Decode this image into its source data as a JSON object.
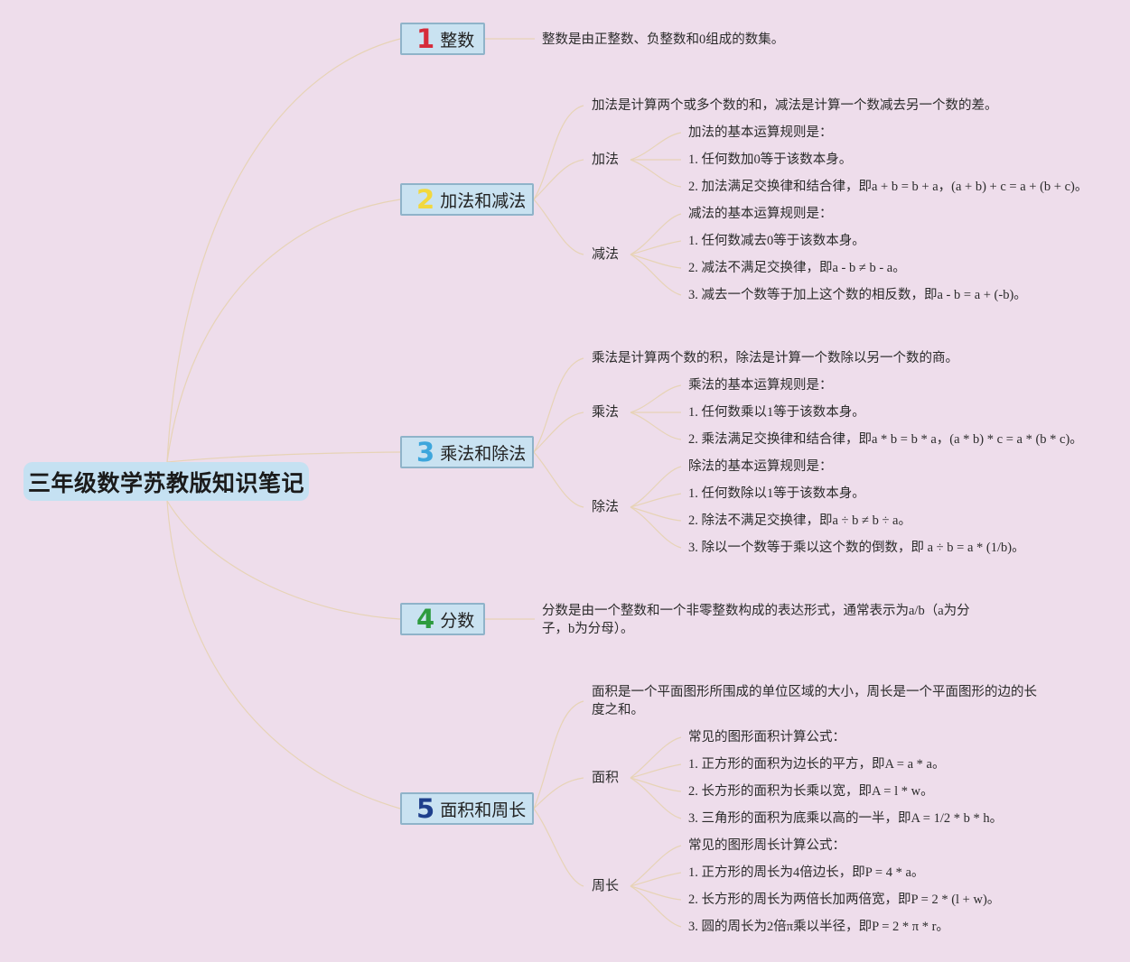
{
  "title": "三年级数学苏教版知识笔记",
  "colors": {
    "background": "#EEDDEB",
    "node_fill": "#C9E2F1",
    "node_border": "#8FB3C9",
    "connector": "#E7D3B6",
    "num1": "#D62B3A",
    "num2": "#F2D83D",
    "num3": "#3DA6DC",
    "num4": "#2E9B3F",
    "num5": "#1E3F8C"
  },
  "topics": [
    {
      "num": "1",
      "label": "整数",
      "desc": "整数是由正整数、负整数和0组成的数集。"
    },
    {
      "num": "2",
      "label": "加法和减法",
      "desc": "加法是计算两个或多个数的和，减法是计算一个数减去另一个数的差。",
      "subs": [
        {
          "label": "加法",
          "items": [
            "加法的基本运算规则是：",
            "1. 任何数加0等于该数本身。",
            "2. 加法满足交换律和结合律，即a + b = b + a，(a + b) + c = a + (b + c)。"
          ]
        },
        {
          "label": "减法",
          "items": [
            "减法的基本运算规则是：",
            "1. 任何数减去0等于该数本身。",
            "2. 减法不满足交换律，即a - b ≠ b - a。",
            "3. 减去一个数等于加上这个数的相反数，即a - b = a + (-b)。"
          ]
        }
      ]
    },
    {
      "num": "3",
      "label": "乘法和除法",
      "desc": "乘法是计算两个数的积，除法是计算一个数除以另一个数的商。",
      "subs": [
        {
          "label": "乘法",
          "items": [
            "乘法的基本运算规则是：",
            "1. 任何数乘以1等于该数本身。",
            "2. 乘法满足交换律和结合律，即a * b = b * a，(a * b) * c = a * (b * c)。"
          ]
        },
        {
          "label": "除法",
          "items": [
            "除法的基本运算规则是：",
            "1. 任何数除以1等于该数本身。",
            "2. 除法不满足交换律，即a ÷ b ≠ b ÷ a。",
            "3. 除以一个数等于乘以这个数的倒数，即 a ÷ b = a * (1/b)。"
          ]
        }
      ]
    },
    {
      "num": "4",
      "label": "分数",
      "desc": "分数是由一个整数和一个非零整数构成的表达形式，通常表示为a/b（a为分子，b为分母）。"
    },
    {
      "num": "5",
      "label": "面积和周长",
      "desc": "面积是一个平面图形所围成的单位区域的大小，周长是一个平面图形的边的长度之和。",
      "subs": [
        {
          "label": "面积",
          "items": [
            "常见的图形面积计算公式：",
            "1. 正方形的面积为边长的平方，即A = a * a。",
            "2. 长方形的面积为长乘以宽，即A = l * w。",
            "3. 三角形的面积为底乘以高的一半，即A = 1/2 * b * h。"
          ]
        },
        {
          "label": "周长",
          "items": [
            "常见的图形周长计算公式：",
            "1. 正方形的周长为4倍边长，即P = 4 * a。",
            "2. 长方形的周长为两倍长加两倍宽，即P = 2 * (l + w)。",
            "3. 圆的周长为2倍π乘以半径，即P = 2 * π * r。"
          ]
        }
      ]
    }
  ]
}
